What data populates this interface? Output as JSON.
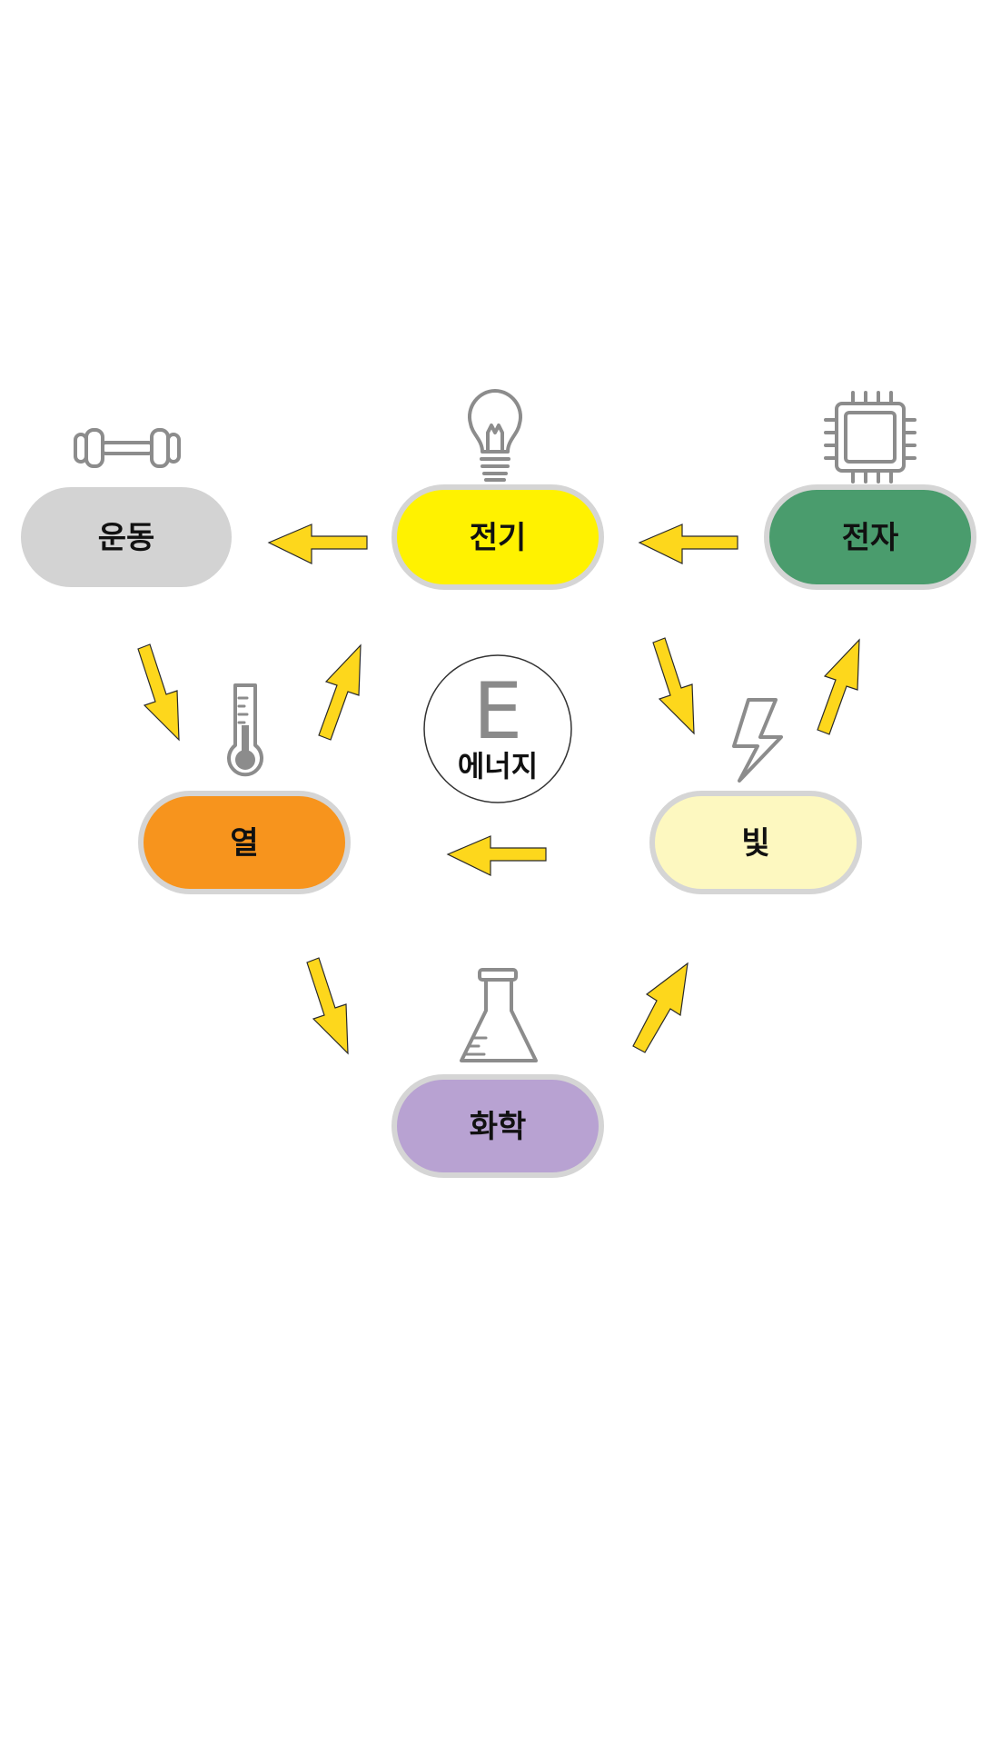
{
  "center": {
    "letter": "E",
    "label": "에너지"
  },
  "nodes": {
    "motion": {
      "label": "운동",
      "color": "#d3d3d3",
      "icon": "dumbbell-icon"
    },
    "electricity": {
      "label": "전기",
      "color": "#fff200",
      "icon": "lightbulb-icon"
    },
    "electron": {
      "label": "전자",
      "color": "#4a9c6d",
      "icon": "microchip-icon"
    },
    "heat": {
      "label": "열",
      "color": "#f7941d",
      "icon": "thermometer-icon"
    },
    "light": {
      "label": "빛",
      "color": "#fdf8c0",
      "icon": "lightning-bolt-icon"
    },
    "chemical": {
      "label": "화학",
      "color": "#b8a2d2",
      "icon": "flask-icon"
    }
  },
  "edges": [
    {
      "from": "전자",
      "to": "전기"
    },
    {
      "from": "전기",
      "to": "운동"
    },
    {
      "from": "운동",
      "to": "열"
    },
    {
      "from": "열",
      "to": "전기"
    },
    {
      "from": "전기",
      "to": "빛"
    },
    {
      "from": "빛",
      "to": "전자"
    },
    {
      "from": "빛",
      "to": "열"
    },
    {
      "from": "열",
      "to": "화학"
    },
    {
      "from": "화학",
      "to": "빛"
    }
  ],
  "arrow_color": "#fdd71c"
}
